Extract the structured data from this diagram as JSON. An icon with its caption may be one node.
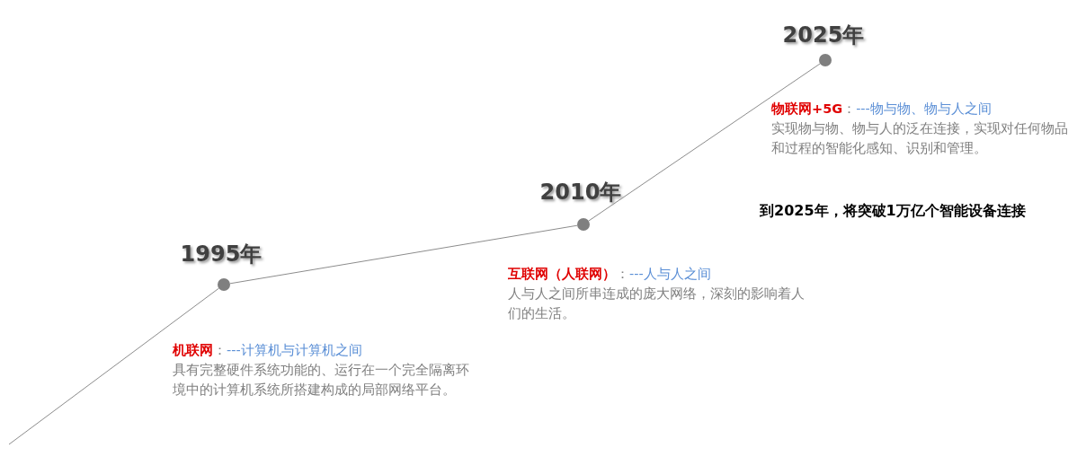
{
  "diagram": {
    "nodes": [
      {
        "text": [],
        "shape": "circle",
        "beside": [
          "1995年"
        ]
      },
      {
        "text": [],
        "shape": "circle",
        "beside": [
          "2010年"
        ]
      },
      {
        "text": [],
        "shape": "circle",
        "beside": [
          "2025年"
        ]
      }
    ],
    "edges": [
      {
        "from": null,
        "to": 0,
        "arrow": "none"
      },
      {
        "from": 0,
        "to": 1,
        "arrow": "none"
      },
      {
        "from": 1,
        "to": 2,
        "arrow": "none"
      }
    ],
    "labels": [
      "机联网",
      "：",
      "---计算机与计算机之间",
      "具有完整硬件系统功能的、运行在一个完全隔离环境中的计算机系统所搭建构成的局部网络平台。",
      "互联网（人联网）",
      "：",
      "---人与人之间",
      "人与人之间所串连成的庞大网络，深刻的影响着人们的生活。",
      "物联网+5G",
      "：",
      "---物与物、物与人之间",
      "实现物与物、物与人的泛在连接，实现对任何物品和过程的智能化感知、识别和管理。",
      "到2025年，将突破1万亿个智能设备连接"
    ]
  }
}
